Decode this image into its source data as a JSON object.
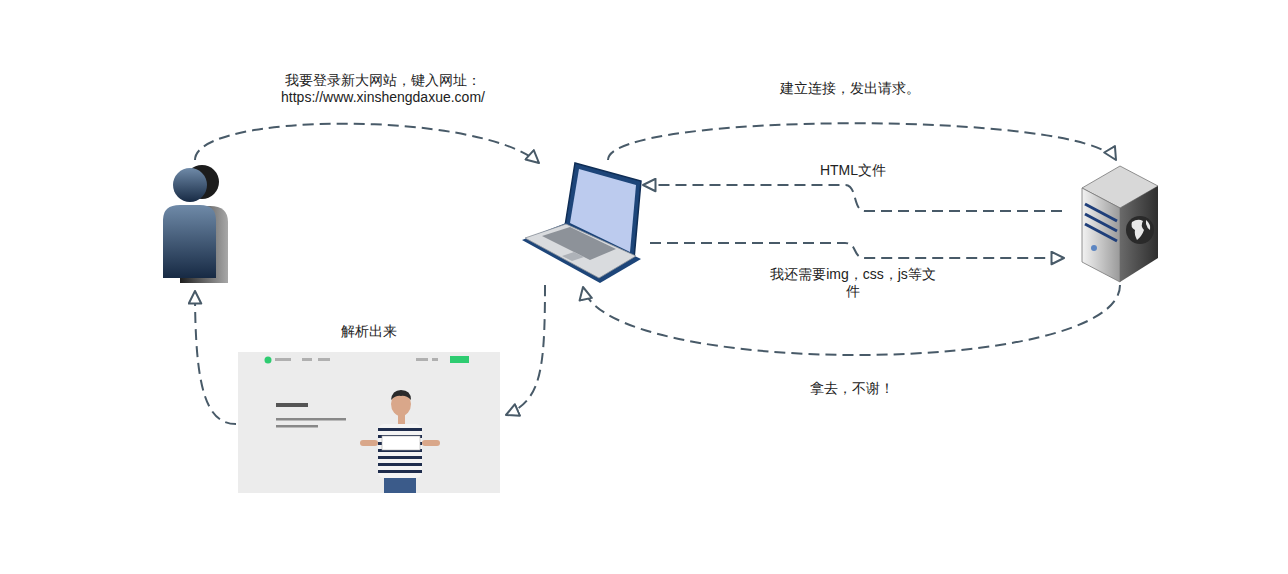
{
  "diagram": {
    "nodes": [
      {
        "text": []
      },
      {
        "text": []
      },
      {
        "text": []
      },
      {
        "text": [
          "解析出来"
        ]
      }
    ],
    "edges": [
      {
        "from": 0,
        "to": 1,
        "arrow": "to",
        "label": "我要登录新大网站，键入网址： https://www.xinshengdaxue.com/"
      },
      {
        "from": 1,
        "to": 2,
        "arrow": "to",
        "label": "建立连接，发出请求。"
      },
      {
        "from": 2,
        "to": 1,
        "arrow": "to",
        "label": "HTML文件"
      },
      {
        "from": 1,
        "to": 2,
        "arrow": "to",
        "label": "我还需要img，css，js等文件"
      },
      {
        "from": 2,
        "to": 1,
        "arrow": "to",
        "label": "拿去，不谢！"
      },
      {
        "from": 1,
        "to": 3,
        "arrow": "to"
      },
      {
        "from": 3,
        "to": 0,
        "arrow": "to"
      }
    ]
  }
}
